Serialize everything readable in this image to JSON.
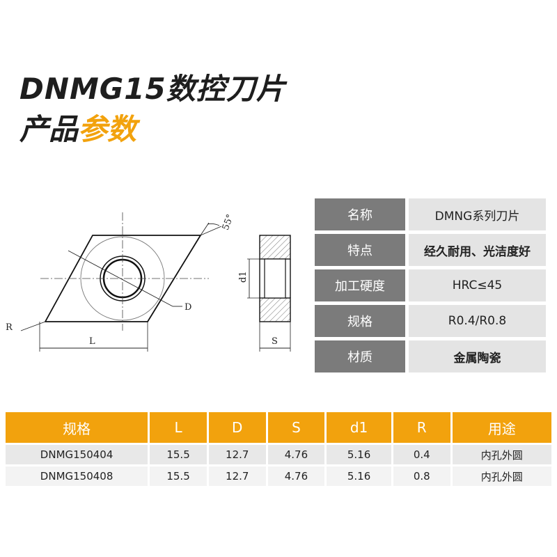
{
  "title": {
    "line1": "DNMG15数控刀片",
    "line2_dark": "产品",
    "line2_accent": "参数"
  },
  "drawing": {
    "angle_label": "55°",
    "label_D": "D",
    "label_R": "R",
    "label_L": "L",
    "label_d1": "d1",
    "label_S": "S"
  },
  "specs": [
    {
      "key": "名称",
      "value": "DMNG系列刀片"
    },
    {
      "key": "特点",
      "value": "经久耐用、光洁度好"
    },
    {
      "key": "加工硬度",
      "value": "HRC≤45"
    },
    {
      "key": "规格",
      "value": "R0.4/R0.8"
    },
    {
      "key": "材质",
      "value": "金属陶瓷"
    }
  ],
  "table": {
    "headers": [
      "规格",
      "L",
      "D",
      "S",
      "d1",
      "R",
      "用途"
    ],
    "rows": [
      [
        "DNMG150404",
        "15.5",
        "12.7",
        "4.76",
        "5.16",
        "0.4",
        "内孔外圆"
      ],
      [
        "DNMG150408",
        "15.5",
        "12.7",
        "4.76",
        "5.16",
        "0.8",
        "内孔外圆"
      ]
    ]
  },
  "colors": {
    "accent": "#f2a20d",
    "spec_key_bg": "#7b7b7b",
    "spec_value_bg": "#e4e4e4"
  }
}
